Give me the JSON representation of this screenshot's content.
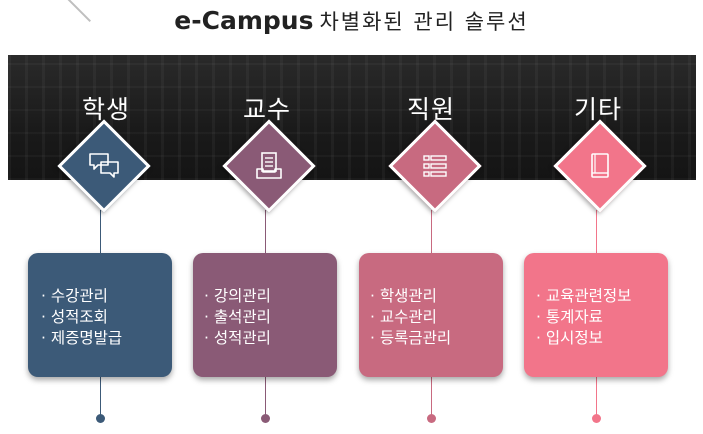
{
  "header": {
    "brand": "e-Campus",
    "subtitle": "차별화된 관리 솔루션"
  },
  "columns": [
    {
      "title": "학생",
      "icon": "chat-bubbles-icon",
      "color": "#3c5a78",
      "items": [
        "· 수강관리",
        "· 성적조회",
        "· 제증명발급"
      ]
    },
    {
      "title": "교수",
      "icon": "document-tray-icon",
      "color": "#8a5a76",
      "items": [
        "· 강의관리",
        "· 출석관리",
        "· 성적관리"
      ]
    },
    {
      "title": "직원",
      "icon": "list-icon",
      "color": "#c86a80",
      "items": [
        "· 학생관리",
        "· 교수관리",
        "· 등록금관리"
      ]
    },
    {
      "title": "기타",
      "icon": "book-icon",
      "color": "#f2758a",
      "items": [
        "· 교육관련정보",
        "· 통계자료",
        "· 입시정보"
      ]
    }
  ]
}
